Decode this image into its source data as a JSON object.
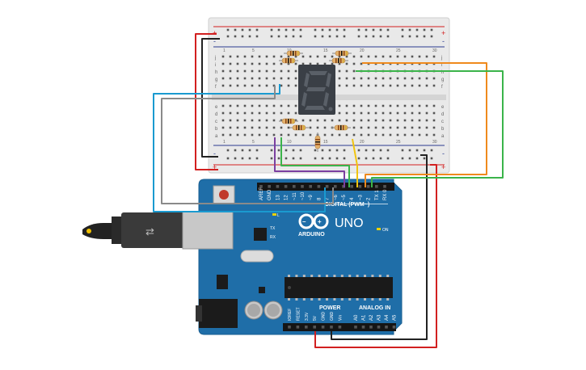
{
  "breadboard": {
    "top_row_letters": [
      "j",
      "i",
      "h",
      "g",
      "f"
    ],
    "bottom_row_letters": [
      "e",
      "d",
      "c",
      "b",
      "a"
    ],
    "top_column_numbers": [
      "1",
      "5",
      "10",
      "15",
      "20",
      "25",
      "30"
    ],
    "bottom_column_numbers": [
      "1",
      "5",
      "10",
      "15",
      "20",
      "25",
      "30"
    ],
    "rail_plus": "+",
    "rail_minus": "-"
  },
  "display": {
    "digit": "8."
  },
  "arduino": {
    "logo_text": "ARDUINO",
    "model": "UNO",
    "on_label": "ON",
    "tx_label": "TX",
    "rx_label": "RX",
    "l_label": "L",
    "digital_label": "DIGITAL (PWM~)",
    "power_label": "POWER",
    "analog_label": "ANALOG IN",
    "digital_pins": [
      "AREF",
      "GND",
      "13",
      "12",
      "~11",
      "~10",
      "~9",
      "8",
      "7",
      "~6",
      "~5",
      "4",
      "~3",
      "2",
      "TX 1",
      "RX 0"
    ],
    "power_pins": [
      "IOREF",
      "RESET",
      "3.3V",
      "5V",
      "GND",
      "GND",
      "Vin"
    ],
    "analog_pins": [
      "A0",
      "A1",
      "A2",
      "A3",
      "A4",
      "A5"
    ]
  },
  "colors": {
    "board_blue": "#1f6ea8",
    "breadboard": "#e8e8e8",
    "wire_red": "#d22020",
    "wire_black": "#222222",
    "wire_blue": "#1a9ad0",
    "wire_gray": "#8a8a8a",
    "wire_orange": "#ef8a1d",
    "wire_green": "#3bb44a",
    "wire_purple": "#7b3fa0",
    "wire_yellow": "#f1c40f"
  }
}
